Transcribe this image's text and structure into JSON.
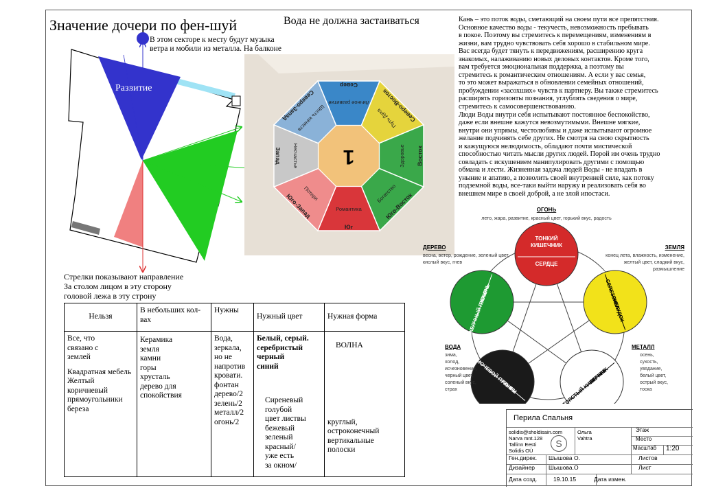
{
  "header": {
    "title": "Значение дочери по фен-шуй",
    "subtitle": "Вода не должна застаиваться"
  },
  "plan": {
    "sector_note_lines": [
      "В этом секторе к месту будут музыка",
      "ветра и мобили из металла. На балконе"
    ],
    "sector_label": "Развитие",
    "arrows_note_lines": [
      "Стрелки показывают направление",
      "За столом лицом в эту сторону",
      "головой лежа в эту строну"
    ],
    "colors": {
      "blue": "#3333cc",
      "green": "#22cc22",
      "pink": "#f08080",
      "balcony": "#9fe3f5"
    }
  },
  "bagua": {
    "center": "1",
    "sectors": [
      {
        "name": "Север",
        "sub": "Личное развитие",
        "color": "#3a87c8"
      },
      {
        "name": "Северо-Восток",
        "sub": "Путь Духа",
        "color": "#e5d43c"
      },
      {
        "name": "Восток",
        "sub": "Здоровье",
        "color": "#3aa84a"
      },
      {
        "name": "Юго-Восток",
        "sub": "Богатство",
        "color": "#3aa84a"
      },
      {
        "name": "Юг",
        "sub": "Романтика",
        "color": "#d9363a"
      },
      {
        "name": "Юго-Запад",
        "sub": "Потери",
        "color": "#ef8c8c"
      },
      {
        "name": "Запад",
        "sub": "Несчастье",
        "color": "#c8c8c8"
      },
      {
        "name": "Северо-Запад",
        "sub": "Шесть качеств",
        "color": "#8ab2d8"
      }
    ]
  },
  "description": [
    "Кань – это поток воды, сметающий на своем пути все препятствия.",
    "Основное качество воды - текучесть, невозможность пребывать",
    "в покое. Поэтому вы стремитесь к перемещениям, изменениям в",
    "жизни, вам трудно чувствовать себя хорошо в стабильном мире.",
    "Вас всегда будет тянуть к передвижениям, расширению круга",
    "знакомых, налаживанию новых деловых контактов. Кроме того,",
    "вам требуется эмоциональная поддержка, а поэтому вы",
    "стремитесь к романтическим отношениям. А если у вас семья,",
    "то это может выражаться в обновлении семейных отношений,",
    "пробуждении «засохших» чувств к партнеру. Вы также стремитесь",
    "расширять горизонты познания, углублять сведения о мире,",
    "стремитесь к самосовершенствованию.",
    "Люди Воды внутри себя испытывают постоянное беспокойство,",
    "даже если внешне кажутся невозмутимыми. Внешне мягкие,",
    "внутри они упрямы, честолюбивы и даже испытывают огромное",
    "желание подчинять себе других. Не смотря на свою скрытность",
    "и кажущуюся нелюдимость, обладают почти мистической",
    "способностью читать мысли других людей. Порой им очень трудно",
    "совладать с искушением манипулировать другими с помощью",
    "обмана и лести. Жизненная задача людей Воды - не впадать в",
    "уныние и апатию, а позволить своей внутренней силе, как потоку",
    "подземной воды, все-таки выйти наружу и реализовать себя во",
    "внешнем мире в своей доброй, а не злой ипостаси."
  ],
  "elements": {
    "fire": {
      "head": "ОГОНЬ",
      "desc": "лето, жара, развитие, красный цвет, горький вкус, радость",
      "top": "ТОНКИЙ КИШЕЧНИК",
      "bottom": "СЕРДЦЕ",
      "color": "#d42a2a"
    },
    "wood": {
      "head": "ДЕРЕВО",
      "desc": [
        "весна, ветер, рождение, зеленый цвет,",
        "кислый вкус, гнев"
      ],
      "a": "ЖЕЛЧНЫЙ ПУЗЫРЬ",
      "b": "ПЕЧЕНЬ",
      "color": "#1e9a32"
    },
    "earth": {
      "head": "ЗЕМЛЯ",
      "desc": [
        "конец лета, влажность, изменение,",
        "желтый цвет, сладкий вкус,",
        "размышление"
      ],
      "a": "СЕЛЕЗЕНКА",
      "b": "ЖЕЛУДОК",
      "color": "#f2e21a"
    },
    "water": {
      "head": "ВОДА",
      "desc": [
        "зима,",
        "холод,",
        "исчезновение,",
        "черный цвет,",
        "соленый вкус,",
        "страх"
      ],
      "a": "МОЧЕВОЙ ПУЗЫРЬ",
      "b": "ПОЧКИ",
      "color": "#1a1a1a"
    },
    "metal": {
      "head": "МЕТАЛЛ",
      "desc": [
        "осень,",
        "сухость,",
        "увядание,",
        "белый цвет,",
        "острый вкус,",
        "тоска"
      ],
      "a": "ТОЛСТЫЙ КИШЕЧНИК",
      "b": "ЛЕГКИЕ",
      "color": "#ffffff"
    }
  },
  "table": {
    "headers": [
      "Нельзя",
      "В небольших кол-вах",
      "Нужны",
      "Нужный цвет",
      "Нужная форма"
    ],
    "col1": [
      "Все, что",
      "связано с",
      "землей",
      "Квадратная мебель",
      "Желтый",
      "коричневый",
      "прямоугольники",
      "береза"
    ],
    "col2": [
      "Керамика",
      "земля",
      "камни",
      "горы",
      "хрусталь",
      "дерево для",
      "спокойствия"
    ],
    "col3": [
      "Вода,",
      "зеркала,",
      "но не",
      "напротив",
      "кровати.",
      "фонтан",
      "дерево/2",
      "зелень/2",
      "металл/2",
      "огонь/2"
    ],
    "col4_bold": [
      "Белый, серый.",
      "серебристый",
      "черный",
      "синий"
    ],
    "col4": [
      "Сиреневый",
      "голубой",
      "цвет листвы",
      "бежевый",
      "зеленый",
      "красный/",
      "уже есть",
      "за окном/"
    ],
    "col5_top": "ВОЛНА",
    "col5_bottom": [
      "круглый,",
      "остроконечный",
      "вертикальные",
      "полоски"
    ]
  },
  "stamp": {
    "title": "Перила Спальня",
    "company": [
      "solidis@sholdisain.com",
      "Narva mnt.128",
      "Tallinn Eesti",
      "Solidis OÜ"
    ],
    "author": [
      "Ольга",
      "Vahtra"
    ],
    "stage": "Этаж",
    "place": "Место",
    "scale_label": "Масштаб",
    "scale": "1:20",
    "sheets": "Листов",
    "sheet": "Лист",
    "gen_dir": "Ген.дирек.",
    "gen_dir_name": "Шышова О.",
    "designer": "Дизайнер",
    "designer_name": "Шышова.О",
    "created": "Дата созд.",
    "created_date": "19.10.15",
    "changed": "Дата измен."
  }
}
